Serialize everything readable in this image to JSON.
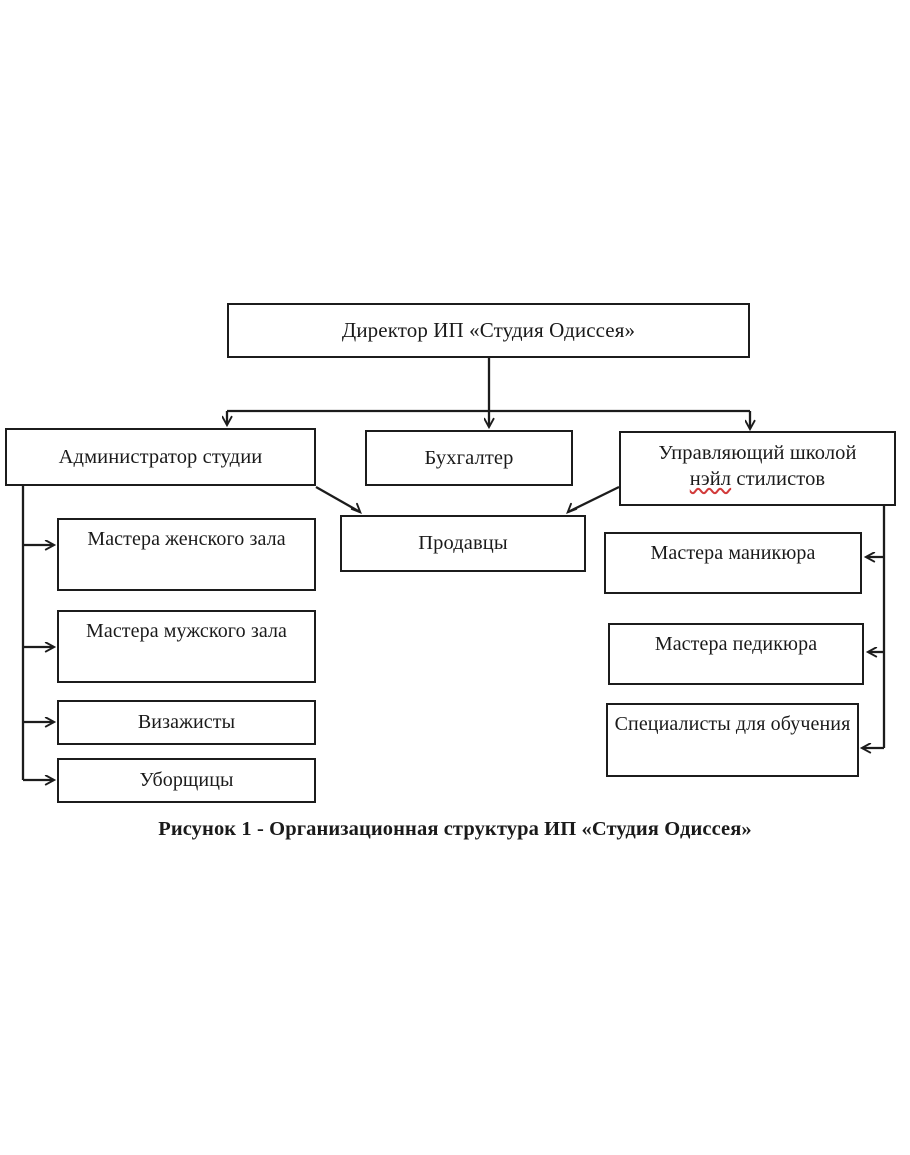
{
  "figure": {
    "caption": "Рисунок 1 - Организационная структура ИП «Студия Одиссея»",
    "caption_number": "1",
    "caption_title": "Организационная структура ИП «Студия Одиссея»"
  },
  "colors": {
    "box_border": "#1c1c1c",
    "box_fill": "#ffffff",
    "connector": "#1c1c1c",
    "page_background": "#ffffff",
    "text": "#1a1a1a",
    "spellcheck_underline": "#d23b3b"
  },
  "chart_data": {
    "type": "diagram",
    "diagram_kind": "organizational-chart",
    "title": "Организационная структура ИП «Студия Одиссея»",
    "levels": 3,
    "nodes": [
      {
        "id": "director",
        "label": "Директор ИП «Студия Одиссея»",
        "level": 0,
        "column": "center"
      },
      {
        "id": "administrator",
        "label": "Администратор студии",
        "level": 1,
        "column": "left"
      },
      {
        "id": "accountant",
        "label": "Бухгалтер",
        "level": 1,
        "column": "center"
      },
      {
        "id": "school-manager",
        "label": "Управляющий школой нэйл стилистов",
        "level": 1,
        "column": "right"
      },
      {
        "id": "sellers",
        "label": "Продавцы",
        "level": 2,
        "column": "center"
      },
      {
        "id": "women-masters",
        "label": "Мастера женского зала",
        "level": 2,
        "column": "left"
      },
      {
        "id": "men-masters",
        "label": "Мастера мужского зала",
        "level": 2,
        "column": "left"
      },
      {
        "id": "makeup-artists",
        "label": "Визажисты",
        "level": 2,
        "column": "left"
      },
      {
        "id": "cleaners",
        "label": "Уборщицы",
        "level": 2,
        "column": "left"
      },
      {
        "id": "manicure",
        "label": "Мастера маникюра",
        "level": 2,
        "column": "right"
      },
      {
        "id": "pedicure",
        "label": "Мастера педикюра",
        "level": 2,
        "column": "right"
      },
      {
        "id": "trainers",
        "label": "Специалисты для обучения",
        "level": 2,
        "column": "right"
      }
    ],
    "edges": [
      {
        "from": "director",
        "to": "administrator",
        "style": "orthogonal",
        "arrow": "down"
      },
      {
        "from": "director",
        "to": "accountant",
        "style": "orthogonal",
        "arrow": "down"
      },
      {
        "from": "director",
        "to": "school-manager",
        "style": "orthogonal",
        "arrow": "down"
      },
      {
        "from": "administrator",
        "to": "sellers",
        "style": "diagonal",
        "arrow": "down-right"
      },
      {
        "from": "school-manager",
        "to": "sellers",
        "style": "diagonal",
        "arrow": "down-left"
      },
      {
        "from": "administrator",
        "to": "women-masters",
        "style": "orthogonal",
        "arrow": "right"
      },
      {
        "from": "administrator",
        "to": "men-masters",
        "style": "orthogonal",
        "arrow": "right"
      },
      {
        "from": "administrator",
        "to": "makeup-artists",
        "style": "orthogonal",
        "arrow": "right"
      },
      {
        "from": "administrator",
        "to": "cleaners",
        "style": "orthogonal",
        "arrow": "right"
      },
      {
        "from": "school-manager",
        "to": "manicure",
        "style": "orthogonal",
        "arrow": "left"
      },
      {
        "from": "school-manager",
        "to": "pedicure",
        "style": "orthogonal",
        "arrow": "left"
      },
      {
        "from": "school-manager",
        "to": "trainers",
        "style": "orthogonal",
        "arrow": "left"
      }
    ]
  },
  "boxes": {
    "director": {
      "label": "Директор ИП «Студия Одиссея»"
    },
    "administrator": {
      "label": "Администратор студии"
    },
    "accountant": {
      "label": "Бухгалтер"
    },
    "school_manager": {
      "line1": "Управляющий школой",
      "word_misspelled": "нэйл",
      "line2_rest": " стилистов"
    },
    "sellers": {
      "label": "Продавцы"
    },
    "women_masters": {
      "label": "Мастера женского зала"
    },
    "men_masters": {
      "label": "Мастера мужского зала"
    },
    "makeup_artists": {
      "label": "Визажисты"
    },
    "cleaners": {
      "label": "Уборщицы"
    },
    "manicure": {
      "label": "Мастера маникюра"
    },
    "pedicure": {
      "label": "Мастера педикюра"
    },
    "trainers": {
      "label": "Специалисты для обучения"
    }
  }
}
